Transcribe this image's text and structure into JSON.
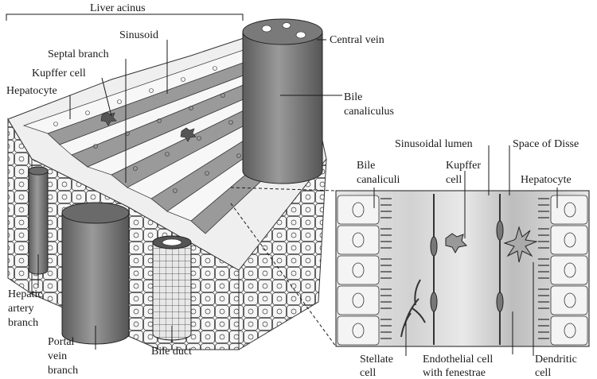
{
  "labels": {
    "liver_acinus": "Liver acinus",
    "sinusoid": "Sinusoid",
    "septal_branch": "Septal branch",
    "kupffer_cell": "Kupffer cell",
    "hepatocyte": "Hepatocyte",
    "central_vein": "Central vein",
    "bile_canaliculus_l1": "Bile",
    "bile_canaliculus_l2": "canaliculus",
    "hepatic_artery_l1": "Hepatic",
    "hepatic_artery_l2": "artery",
    "hepatic_artery_l3": "branch",
    "portal_vein_l1": "Portal",
    "portal_vein_l2": "vein",
    "portal_vein_l3": "branch",
    "bile_duct": "Bile duct"
  },
  "inset_labels": {
    "sinusoidal_lumen": "Sinusoidal lumen",
    "space_of_disse": "Space of Disse",
    "bile_canaliculi_l1": "Bile",
    "bile_canaliculi_l2": "canaliculi",
    "kupffer_l1": "Kupffer",
    "kupffer_l2": "cell",
    "hepatocyte": "Hepatocyte",
    "stellate_l1": "Stellate",
    "stellate_l2": "cell",
    "endothelial_l1": "Endothelial cell",
    "endothelial_l2": "with fenestrae",
    "dendritic_l1": "Dendritic",
    "dendritic_l2": "cell"
  },
  "colors": {
    "vessel_dark": "#6f6f6f",
    "vessel_mid": "#8c8c8c",
    "sinusoid_gray": "#9a9a9a",
    "cell_fill": "#f4f4f4",
    "inset_band": "#cfcfcf",
    "ink": "#1a1a1a"
  }
}
